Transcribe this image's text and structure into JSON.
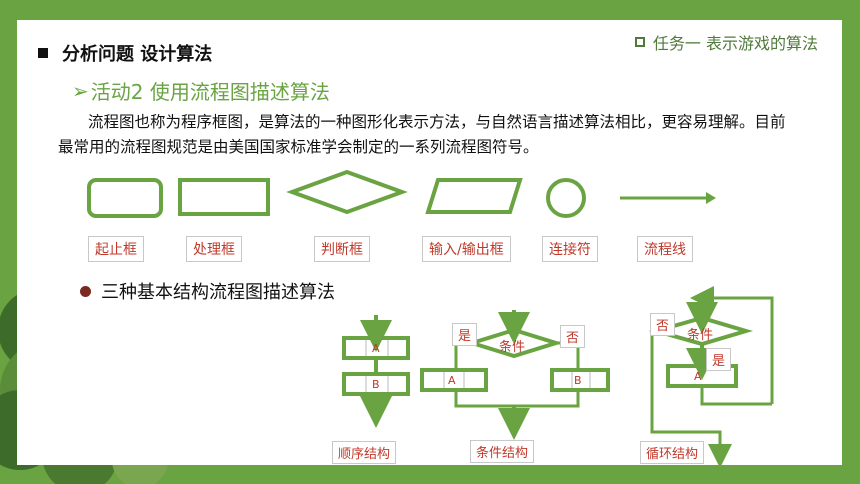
{
  "header": {
    "task_title": "任务一 表示游戏的算法",
    "section_title": "分析问题 设计算法",
    "activity_marker": "➢",
    "activity_title": "活动2 使用流程图描述算法"
  },
  "intro_paragraph": "流程图也称为程序框图，是算法的一种图形化表示方法，与自然语言描述算法相比，更容易理解。目前最常用的流程图规范是由美国国家标准学会制定的一系列流程图符号。",
  "symbols": [
    {
      "label": "起止框"
    },
    {
      "label": "处理框"
    },
    {
      "label": "判断框"
    },
    {
      "label": "输入/输出框"
    },
    {
      "label": "连接符"
    },
    {
      "label": "流程线"
    }
  ],
  "structures_heading": "三种基本结构流程图描述算法",
  "structures": {
    "sequence": {
      "label": "顺序结构",
      "box_a": "A",
      "box_b": "B"
    },
    "conditional": {
      "label": "条件结构",
      "cond": "条件",
      "yes": "是",
      "no": "否",
      "box_a": "A",
      "box_b": "B"
    },
    "loop": {
      "label": "循环结构",
      "cond": "条件",
      "yes": "是",
      "no": "否",
      "box_a": "A"
    }
  },
  "colors": {
    "accent_green": "#6aa442",
    "label_red": "#c0392b",
    "shape_green": "#6aa442"
  }
}
